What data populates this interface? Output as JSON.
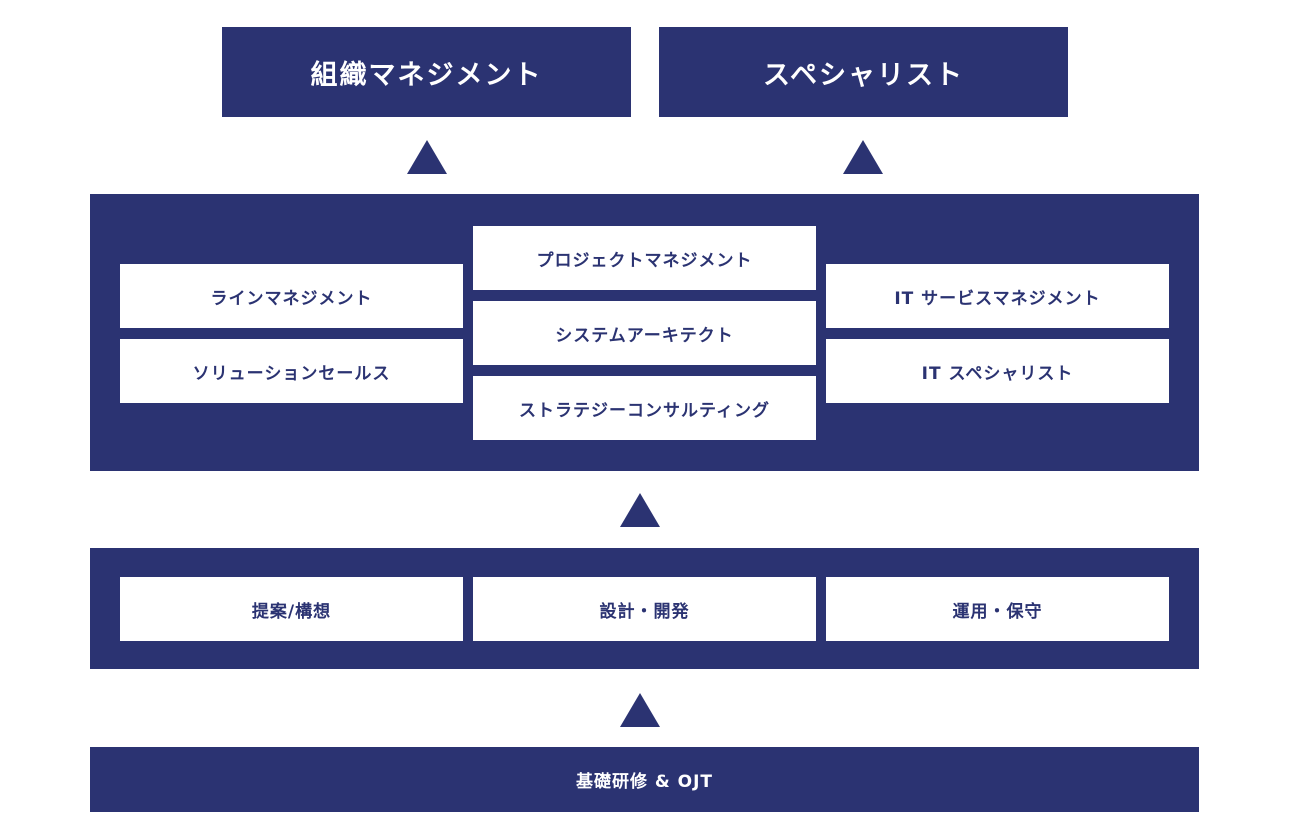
{
  "goals": [
    "組織マネジメント",
    "スペシャリスト"
  ],
  "career_tracks": {
    "left": [
      "ラインマネジメント",
      "ソリューションセールス"
    ],
    "center": [
      "プロジェクトマネジメント",
      "システムアーキテクト",
      "ストラテジーコンサルティング"
    ],
    "right": [
      "IT サービスマネジメント",
      "IT スペシャリスト"
    ]
  },
  "phases": [
    "提案/構想",
    "設計・開発",
    "運用・保守"
  ],
  "foundation": "基礎研修 & OJT",
  "colors": {
    "navy": "#2b3372",
    "white": "#ffffff"
  }
}
